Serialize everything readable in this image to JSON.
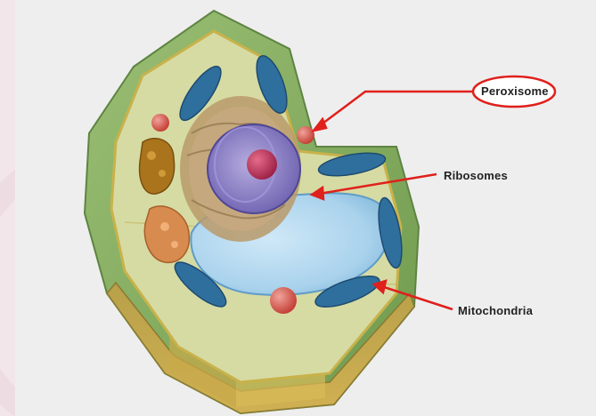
{
  "labels": {
    "peroxisome": "Peroxisome",
    "ribosomes": "Ribosomes",
    "mitochondria": "Mitochondria"
  },
  "colors": {
    "background": "#f3e6ea",
    "panel": "#eeeeee",
    "cell_wall": "#7fa35a",
    "cytoplasm": "#d6dba4",
    "vacuole": "#a9d2ec",
    "mitochondria": "#2f6f9e",
    "peroxisome": "#c8443c",
    "nucleus": "#8a7fc7",
    "nucleolus": "#b22a52",
    "leader_line": "#e0201c"
  }
}
